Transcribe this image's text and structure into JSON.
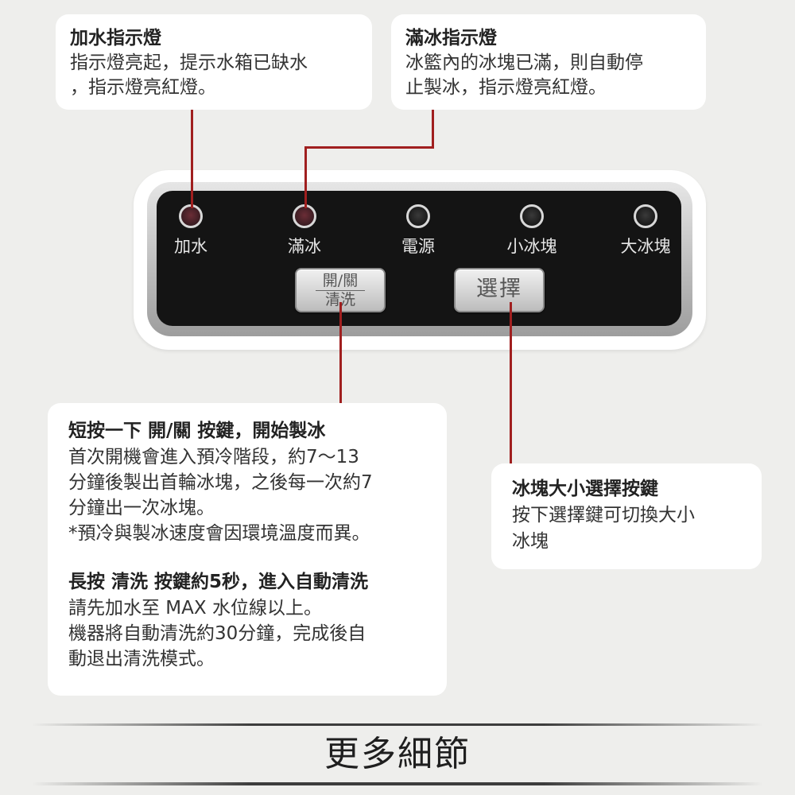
{
  "callouts": {
    "refill": {
      "title": "加水指示燈",
      "lines": [
        "指示燈亮起，提示水箱已缺水",
        "，指示燈亮紅燈。"
      ]
    },
    "ice_full": {
      "title": "滿冰指示燈",
      "lines": [
        "冰籃內的冰塊已滿，則自動停",
        "止製冰，指示燈亮紅燈。"
      ]
    },
    "power": {
      "title": "短按一下 開/關 按鍵，開始製冰",
      "lines": [
        "首次開機會進入預冷階段，約7～13",
        "分鐘後製出首輪冰塊，之後每一次約7",
        "分鐘出一次冰塊。",
        "*預冷與製冰速度會因環境溫度而異。"
      ],
      "title2": "長按 清洗 按鍵約5秒，進入自動清洗",
      "lines2": [
        "請先加水至 MAX 水位線以上。",
        "機器將自動清洗約30分鐘，完成後自",
        "動退出清洗模式。"
      ]
    },
    "size": {
      "title": "冰塊大小選擇按鍵",
      "lines": [
        "按下選擇鍵可切換大小",
        "冰塊"
      ]
    }
  },
  "panel": {
    "indicators": [
      {
        "label": "加水",
        "state": "red"
      },
      {
        "label": "滿冰",
        "state": "red"
      },
      {
        "label": "電源",
        "state": "off"
      },
      {
        "label": "小冰塊",
        "state": "off"
      },
      {
        "label": "大冰塊",
        "state": "off"
      }
    ],
    "power_button": {
      "top": "開/關",
      "bottom": "清洗"
    },
    "select_button": {
      "label": "選擇"
    }
  },
  "colors": {
    "leader_line": "#a01f1f",
    "panel_face": "#141414",
    "background": "#eeeeec"
  },
  "footer": {
    "title": "更多細節"
  }
}
